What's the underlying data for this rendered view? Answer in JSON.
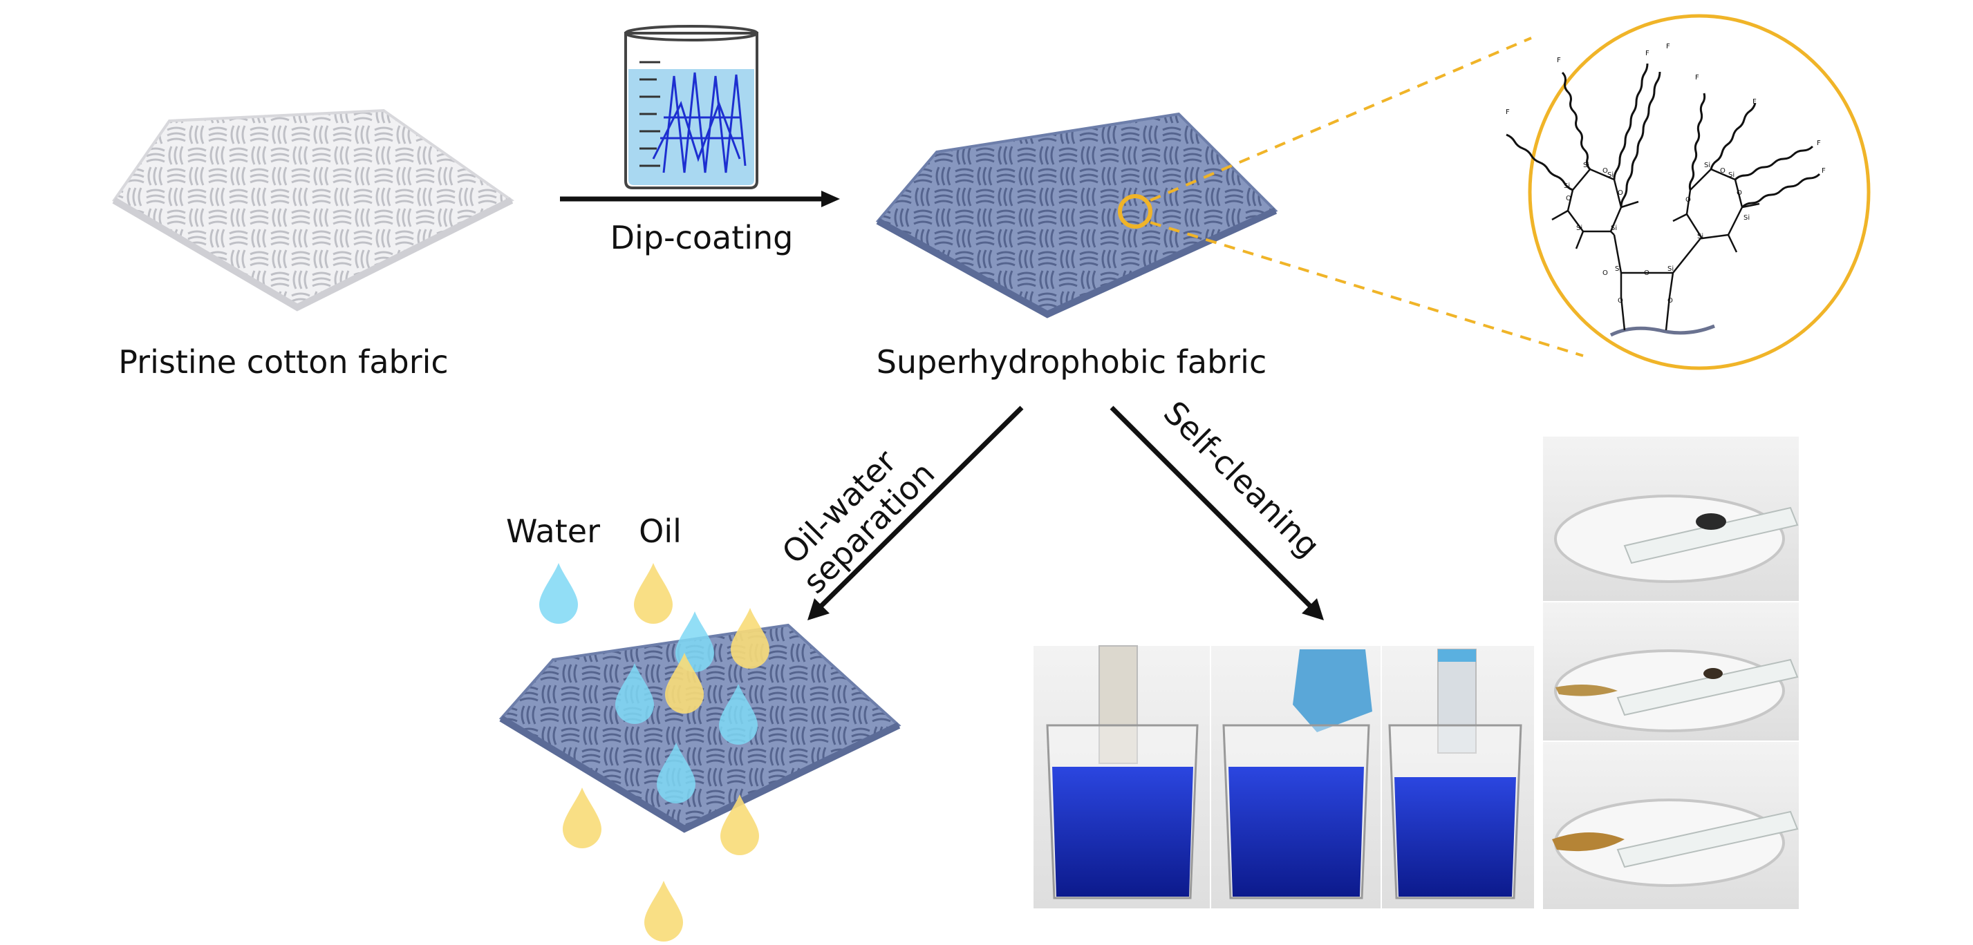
{
  "labels": {
    "pristine": "Pristine cotton fabric",
    "dip": "Dip-coating",
    "superhydrophobic": "Superhydrophobic fabric",
    "oil_water_1": "Oil-water",
    "oil_water_2": "separation",
    "self_cleaning": "Self-cleaning",
    "water": "Water",
    "oil": "Oil"
  },
  "chem_symbols": {
    "si": "Si",
    "o": "O",
    "f": "F"
  },
  "colors": {
    "pristine_fabric": "#e9e9ec",
    "coated_fabric": "#7e8fb8",
    "water_drop": "#7fd8f4",
    "oil_drop": "#f8dc78",
    "highlight": "#f0b428",
    "beaker_liquid": "#a9d8f1",
    "dye_blue": "#1a2fc4",
    "arrow": "#111111"
  }
}
